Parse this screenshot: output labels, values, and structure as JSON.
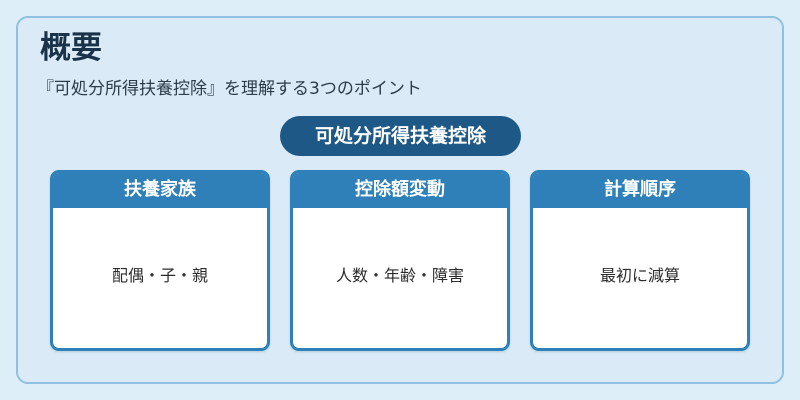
{
  "title": "概要",
  "subtitle": "『可処分所得扶養控除』を理解する3つのポイント",
  "center_label": "可処分所得扶養控除",
  "cards": [
    {
      "header": "扶養家族",
      "body": "配偶・子・親"
    },
    {
      "header": "控除額変動",
      "body": "人数・年齢・障害"
    },
    {
      "header": "計算順序",
      "body": "最初に減算"
    }
  ],
  "colors": {
    "background": "#ddeef8",
    "pill": "#1e5887",
    "card_header": "#2f80b9",
    "title_text": "#1b3348"
  }
}
